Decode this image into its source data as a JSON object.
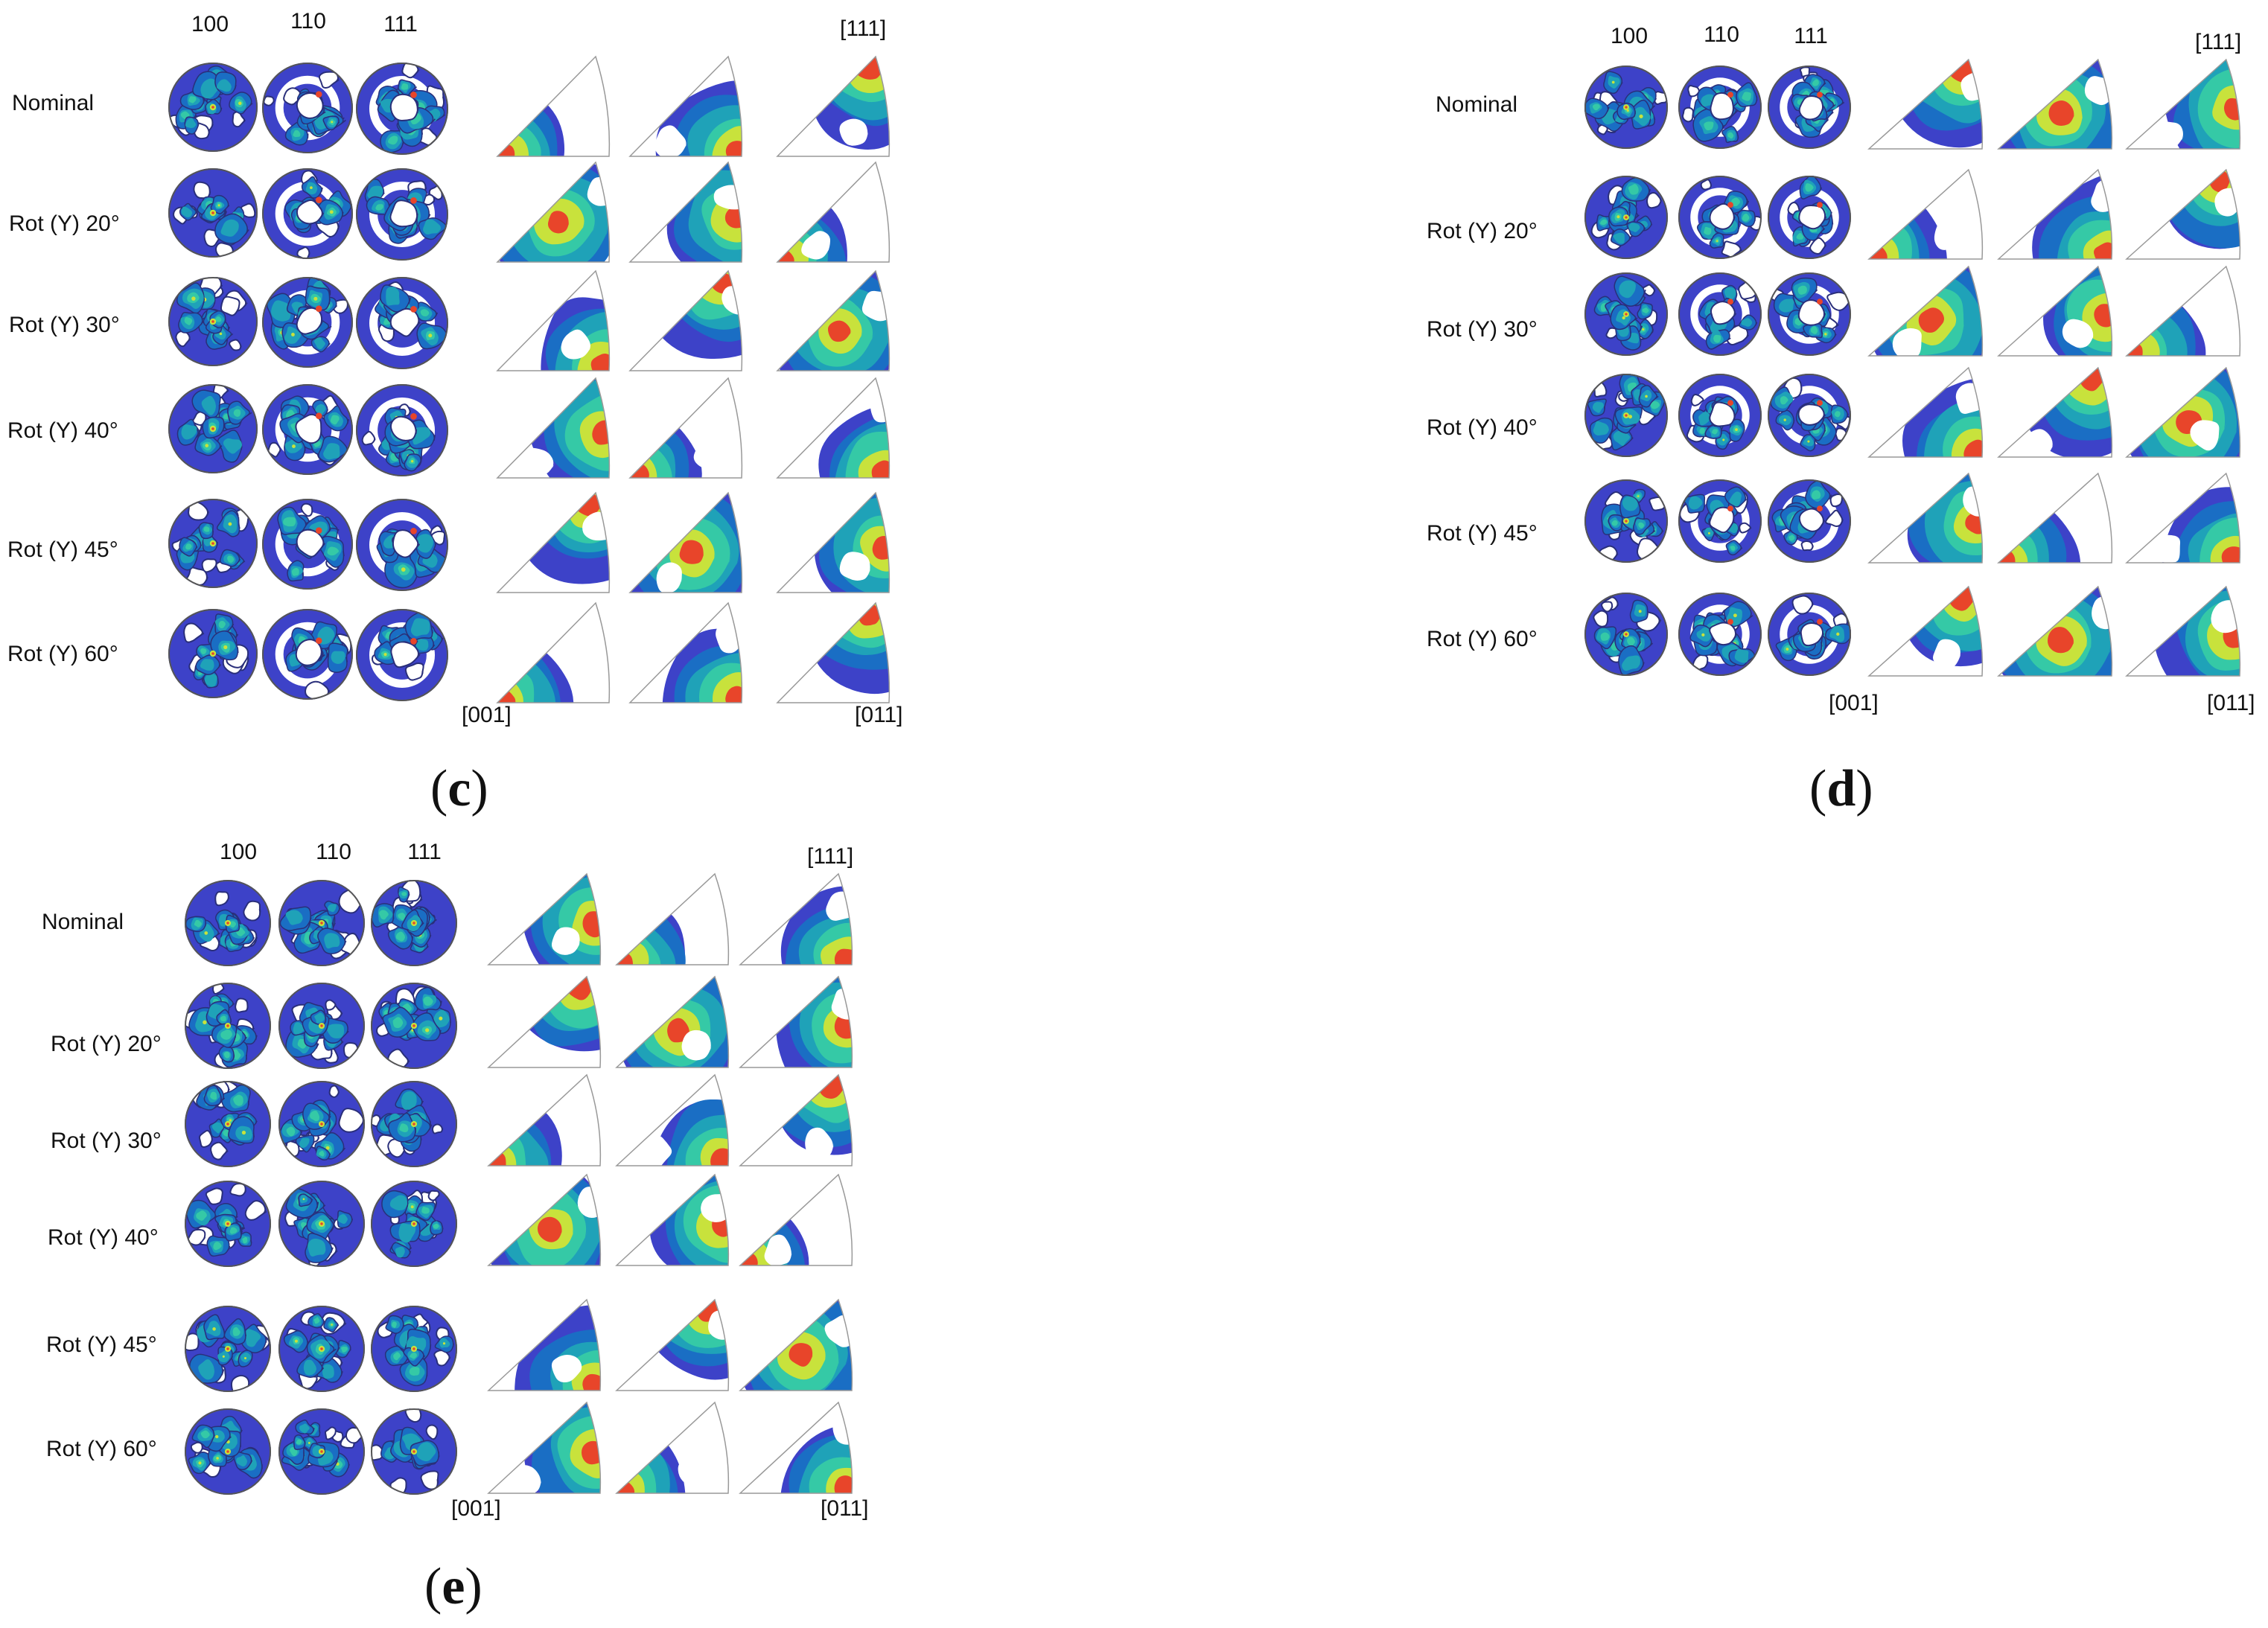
{
  "colors": {
    "background": "#ffffff",
    "levels": [
      "#ffffff",
      "#3d42c8",
      "#1a6ec4",
      "#1fa2b8",
      "#35c9a6",
      "#c8e23c",
      "#e8452a"
    ],
    "outline": "#2a2f7a"
  },
  "pole_figure_headers": [
    "100",
    "110",
    "111"
  ],
  "ipf_corner_labels": {
    "top": "[111]",
    "left": "[001]",
    "right": "[011]"
  },
  "panels": [
    {
      "id": "c",
      "caption": "c",
      "rows": [
        {
          "label": "Nominal"
        },
        {
          "label": "Rot (Y) 20°"
        },
        {
          "label": "Rot (Y) 30°"
        },
        {
          "label": "Rot (Y) 40°"
        },
        {
          "label": "Rot (Y) 45°"
        },
        {
          "label": "Rot (Y) 60°"
        }
      ]
    },
    {
      "id": "d",
      "caption": "d",
      "rows": [
        {
          "label": "Nominal"
        },
        {
          "label": "Rot (Y) 20°"
        },
        {
          "label": "Rot (Y) 30°"
        },
        {
          "label": "Rot (Y) 40°"
        },
        {
          "label": "Rot (Y) 45°"
        },
        {
          "label": "Rot (Y) 60°"
        }
      ]
    },
    {
      "id": "e",
      "caption": "e",
      "rows": [
        {
          "label": "Nominal"
        },
        {
          "label": "Rot (Y) 20°"
        },
        {
          "label": "Rot (Y) 30°"
        },
        {
          "label": "Rot (Y) 40°"
        },
        {
          "label": "Rot (Y) 45°"
        },
        {
          "label": "Rot (Y) 60°"
        }
      ]
    }
  ]
}
